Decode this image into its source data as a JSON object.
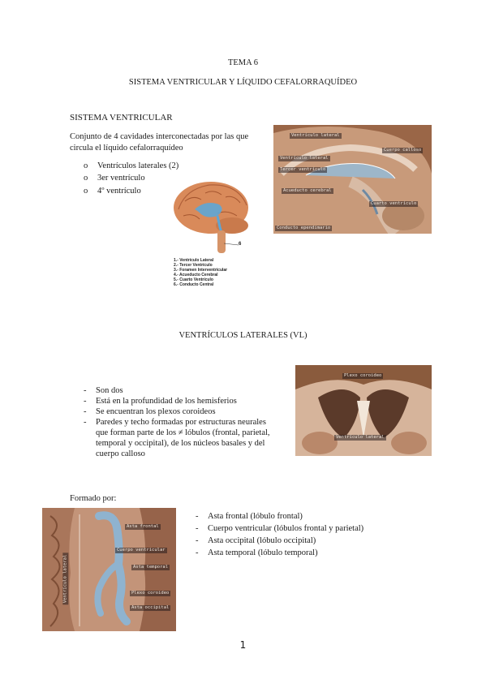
{
  "header": {
    "topic": "TEMA 6",
    "title": "SISTEMA VENTRICULAR Y LÍQUIDO CEFALORRAQUÍDEO"
  },
  "section1": {
    "heading": "SISTEMA VENTRICULAR",
    "intro_line1": "Conjunto de 4 cavidades interconectadas por las que",
    "intro_line2": "circula el líquido cefalorraquídeo",
    "bullet_mark": "o",
    "items": [
      "Ventrículos laterales (2)",
      "3er ventrículo",
      "4º ventrículo"
    ]
  },
  "figure_brain": {
    "pointer_label": "6",
    "legend": [
      "1.- Ventrículo Lateral",
      "2.- Tercer Ventrículo",
      "3.- Foramen Interventricular",
      "4.- Acueducto Cerebral",
      "5.- Cuarto Ventrículo",
      "6.- Conducto Central"
    ]
  },
  "figure_sagittal": {
    "labels": [
      "Ventrículo lateral",
      "Cuerpo calloso",
      "Ventrículo lateral",
      "Tercer ventrículo",
      "Acueducto cerebral",
      "Cuarto ventrículo",
      "Conducto ependimario"
    ]
  },
  "section2": {
    "heading": "VENTRÍCULOS LATERALES (VL)",
    "dash": "-",
    "items": [
      "Son dos",
      "Está en la profundidad de los hemisferios",
      "Se encuentran los plexos coroideos"
    ],
    "long_item_lines": [
      "Paredes y techo formadas por estructuras neurales",
      "que forman parte de los ≠ lóbulos (frontal, parietal,",
      "temporal y occipital), de los núcleos basales y del",
      "cuerpo calloso"
    ]
  },
  "figure_coronal": {
    "labels": [
      "Plexo coroideo",
      "Ventrículo lateral"
    ]
  },
  "section3": {
    "heading": "Formado por:",
    "dash": "-",
    "items": [
      "Asta frontal (lóbulo frontal)",
      "Cuerpo ventricular (lóbulos frontal y parietal)",
      "Asta occipital (lóbulo occipital)",
      "Asta temporal (lóbulo temporal)"
    ]
  },
  "figure_horn": {
    "vertical_label": "Ventrículo lateral",
    "labels": [
      "Asta frontal",
      "Cuerpo ventricular",
      "Asta temporal",
      "Plexo coroideo",
      "Asta occipital"
    ]
  },
  "footer": {
    "page_number": "1"
  }
}
